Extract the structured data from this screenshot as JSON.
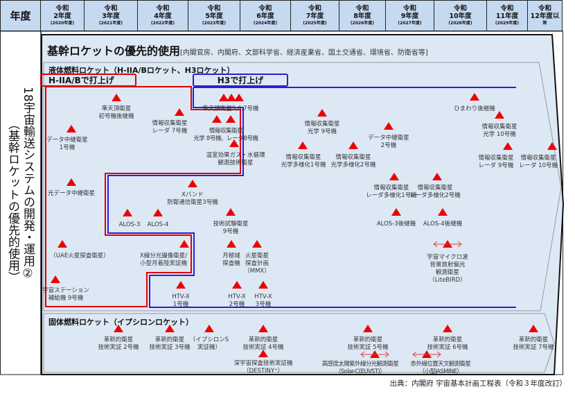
{
  "header": {
    "first": "年度",
    "years": [
      {
        "l1": "令和",
        "l2": "2年度",
        "l3": "(2020年度)"
      },
      {
        "l1": "令和",
        "l2": "3年度",
        "l3": "(2021年度)"
      },
      {
        "l1": "令和",
        "l2": "4年度",
        "l3": "(2022年度)"
      },
      {
        "l1": "令和",
        "l2": "5年度",
        "l3": "(2023年度)"
      },
      {
        "l1": "令和",
        "l2": "6年度",
        "l3": "(2024年度)"
      },
      {
        "l1": "令和",
        "l2": "7年度",
        "l3": "(2025年度)"
      },
      {
        "l1": "令和",
        "l2": "8年度",
        "l3": "(2026年度)"
      },
      {
        "l1": "令和",
        "l2": "9年度",
        "l3": "(2027年度)"
      },
      {
        "l1": "令和",
        "l2": "10年度",
        "l3": "(2028年度)"
      },
      {
        "l1": "令和",
        "l2": "11年度",
        "l3": "(2029年度)"
      },
      {
        "l1": "令和",
        "l2": "12年度以",
        "l3": "降"
      }
    ]
  },
  "row_label": {
    "main": "18宇宙輸送システムの開発・運用②",
    "sub": "（基幹ロケットの優先的使用）"
  },
  "title": {
    "main": "基幹ロケットの優先的使用",
    "ministries": "[内閣官房、内閣府、文部科学省、経済産業省、国土交通省、環境省、防衛省等]"
  },
  "liquid": {
    "heading": "液体燃料ロケット（H-IIA/Bロケット、H3ロケット）",
    "h2a_label": "H-IIA/Bで打上げ",
    "h3_label": "H3で打上げ"
  },
  "solid": {
    "heading": "固体燃料ロケット（イプシロンロケット）"
  },
  "colors": {
    "header": "#c5d9f1",
    "panel": "#dde8f5",
    "triangle": "#ee0000",
    "h2a": "#e00000",
    "h3": "#2a1ed8"
  },
  "items": [
    {
      "lines": [
        "準天頂衛星",
        "初号機後継機"
      ]
    },
    {
      "lines": [
        "データ中継衛星",
        "1号機"
      ]
    },
    {
      "lines": [
        "情報収集衛星",
        "レーダ 7号機"
      ]
    },
    {
      "lines": [
        "準天頂衛星5,6,7号機"
      ]
    },
    {
      "lines": [
        "情報収集衛星",
        "光学 8号機、レーダ8号機"
      ]
    },
    {
      "lines": [
        "温室効果ガス・水循環",
        "観測技術衛星"
      ]
    },
    {
      "lines": [
        "情報収集衛星",
        "光学 9号機"
      ]
    },
    {
      "lines": [
        "データ中継衛星",
        "2号機"
      ]
    },
    {
      "lines": [
        "情報収集衛星",
        "光学多様化1号機"
      ]
    },
    {
      "lines": [
        "情報収集衛星",
        "光学多様化2号機"
      ]
    },
    {
      "lines": [
        "ひまわり後継機"
      ]
    },
    {
      "lines": [
        "情報収集衛星",
        "光学 10号機"
      ]
    },
    {
      "lines": [
        "情報収集衛星",
        "レーダ 9号機"
      ]
    },
    {
      "lines": [
        "情報収集衛星",
        "レーダ 10号機"
      ]
    },
    {
      "lines": [
        "情報収集衛星",
        "レーダ多様化1号機"
      ]
    },
    {
      "lines": [
        "情報収集衛星",
        "レーダ多様化2号機"
      ]
    },
    {
      "lines": [
        "光データ中継衛星"
      ]
    },
    {
      "lines": [
        "Xバンド",
        "防衛通信衛星3号機"
      ]
    },
    {
      "lines": [
        "ALOS-3"
      ]
    },
    {
      "lines": [
        "ALOS-4"
      ]
    },
    {
      "lines": [
        "技術試験衛星",
        "9号機"
      ]
    },
    {
      "lines": [
        "ALOS-3後継機"
      ]
    },
    {
      "lines": [
        "ALOS-4後継機"
      ]
    },
    {
      "lines": [
        "（UAE火星探査衛星）"
      ]
    },
    {
      "lines": [
        "X線分光撮像衛星/",
        "小型月着陸実証機"
      ]
    },
    {
      "lines": [
        "月極域",
        "探査機"
      ]
    },
    {
      "lines": [
        "火星衛星",
        "探査計画",
        "（MMX）"
      ]
    },
    {
      "lines": [
        "宇宙マイクロ波",
        "背景放射偏光",
        "観測衛星",
        "（LiteBIRD）"
      ]
    },
    {
      "lines": [
        "宇宙ステーション",
        "補給機 9号機"
      ]
    },
    {
      "lines": [
        "HTV-X",
        "1号機"
      ]
    },
    {
      "lines": [
        "HTV-X",
        "2号機"
      ]
    },
    {
      "lines": [
        "HTV-X",
        "3号機"
      ]
    },
    {
      "lines": [
        "革新的衛星",
        "技術実証 2号機"
      ]
    },
    {
      "lines": [
        "革新的衛星",
        "技術実証 3号機"
      ]
    },
    {
      "lines": [
        "（イプシロンS",
        "実証機）"
      ]
    },
    {
      "lines": [
        "革新的衛星",
        "技術実証 4号機"
      ]
    },
    {
      "lines": [
        "深宇宙探査技術実証機",
        "（DESTINY⁺）"
      ]
    },
    {
      "lines": [
        "革新的衛星",
        "技術実証 5号機"
      ]
    },
    {
      "lines": [
        "革新的衛星",
        "技術実証 6号機"
      ]
    },
    {
      "lines": [
        "革新的衛星",
        "技術実証 7号機"
      ]
    },
    {
      "lines": [
        "高感度太陽紫外線分光観測衛星",
        "（Solar-C(EUVST)）"
      ]
    },
    {
      "lines": [
        "赤外線位置天文観測衛星",
        "（小型JASMINE）"
      ]
    }
  ],
  "source": "出典：内閣府 宇宙基本計画工程表（令和３年度改訂）"
}
